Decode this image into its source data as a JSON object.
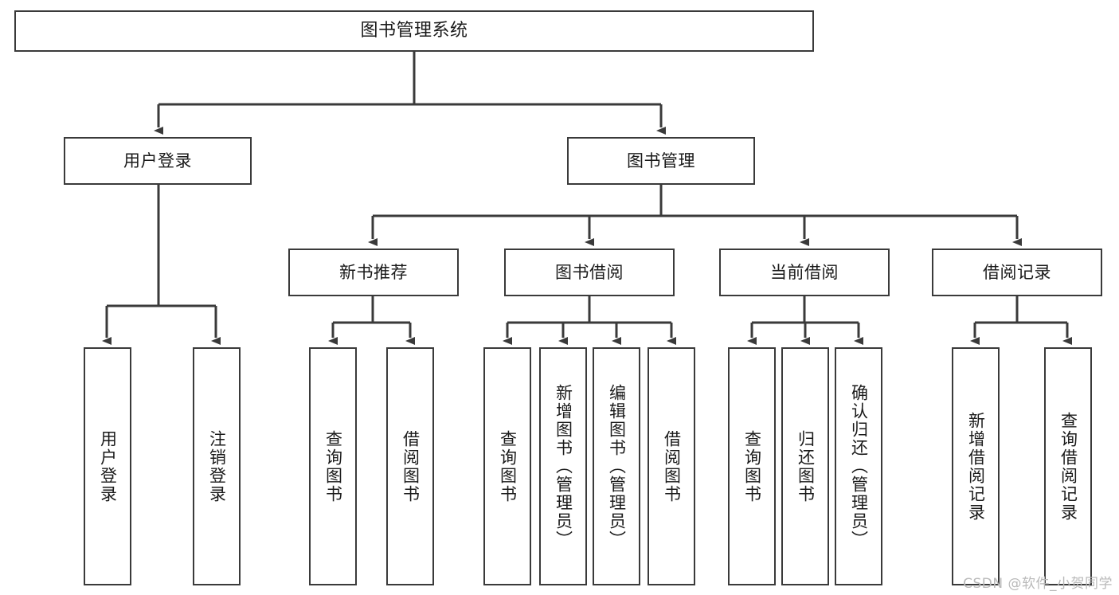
{
  "diagram": {
    "title": "图书管理系统",
    "type": "tree-hierarchy-diagram",
    "colors": {
      "box_border": "#3a3a3a",
      "box_fill": "#ffffff",
      "edge": "#3a3a3a",
      "text": "#1a1a1a",
      "watermark": "#b9b9b9",
      "background": "#ffffff"
    }
  },
  "watermark": {
    "text": "CSDN @软件_小贺同学"
  },
  "nodes": {
    "root": {
      "label": "图书管理系统"
    },
    "level2": [
      {
        "id": "user-login",
        "label": "用户登录"
      },
      {
        "id": "book-management",
        "label": "图书管理"
      }
    ],
    "level3": [
      {
        "id": "new-book-recommend",
        "label": "新书推荐"
      },
      {
        "id": "book-borrow",
        "label": "图书借阅"
      },
      {
        "id": "current-borrow",
        "label": "当前借阅"
      },
      {
        "id": "borrow-record",
        "label": "借阅记录"
      }
    ],
    "leaves": {
      "user_login": [
        {
          "id": "leaf-user-login",
          "label": "用户登录"
        },
        {
          "id": "leaf-logout-login",
          "label": "注销登录"
        }
      ],
      "new_book_recommend": [
        {
          "id": "leaf-query-book-1",
          "label": "查询图书"
        },
        {
          "id": "leaf-borrow-book-1",
          "label": "借阅图书"
        }
      ],
      "book_borrow": [
        {
          "id": "leaf-query-book-2",
          "label": "查询图书"
        },
        {
          "id": "leaf-add-book",
          "label": "新增图书（管理员）"
        },
        {
          "id": "leaf-edit-book",
          "label": "编辑图书（管理员）"
        },
        {
          "id": "leaf-borrow-book-2",
          "label": "借阅图书"
        }
      ],
      "current_borrow": [
        {
          "id": "leaf-query-book-3",
          "label": "查询图书"
        },
        {
          "id": "leaf-return-book",
          "label": "归还图书"
        },
        {
          "id": "leaf-confirm-return",
          "label": "确认归还（管理员）"
        }
      ],
      "borrow_record": [
        {
          "id": "leaf-add-borrow-record",
          "label": "新增借阅记录"
        },
        {
          "id": "leaf-query-borrow-record",
          "label": "查询借阅记录"
        }
      ]
    }
  }
}
